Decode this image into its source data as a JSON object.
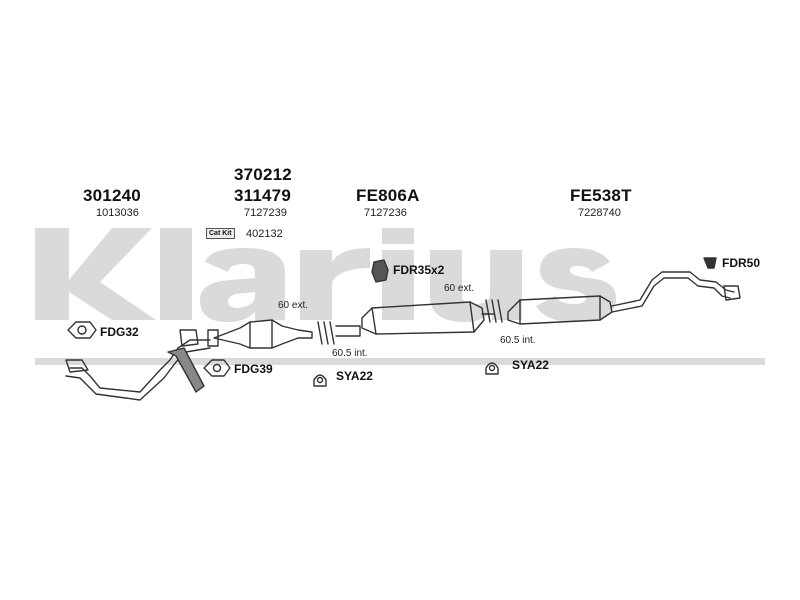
{
  "brand": {
    "watermark": "klarius"
  },
  "parts": [
    {
      "id": "front-pipe",
      "part_numbers": [
        "301240"
      ],
      "oe_number": "1013036"
    },
    {
      "id": "catalyst",
      "part_numbers": [
        "370212",
        "311479"
      ],
      "oe_number": "7127239",
      "cat_kit_label": "Cat Kit",
      "cat_kit_number": "402132"
    },
    {
      "id": "centre-silencer",
      "part_numbers": [
        "FE806A"
      ],
      "oe_number": "7127236"
    },
    {
      "id": "rear-silencer",
      "part_numbers": [
        "FE538T"
      ],
      "oe_number": "7228740"
    }
  ],
  "fittings": {
    "fdg32": "FDG32",
    "fdg39": "FDG39",
    "sya22_a": "SYA22",
    "sya22_b": "SYA22",
    "fdr35x2": "FDR35x2",
    "fdr50": "FDR50"
  },
  "joints": {
    "ext_1": "60 ext.",
    "int_1": "60.5 int.",
    "ext_2": "60 ext.",
    "int_2": "60.5 int."
  },
  "colors": {
    "watermark": "#d9d9d9",
    "line": "#333333"
  }
}
